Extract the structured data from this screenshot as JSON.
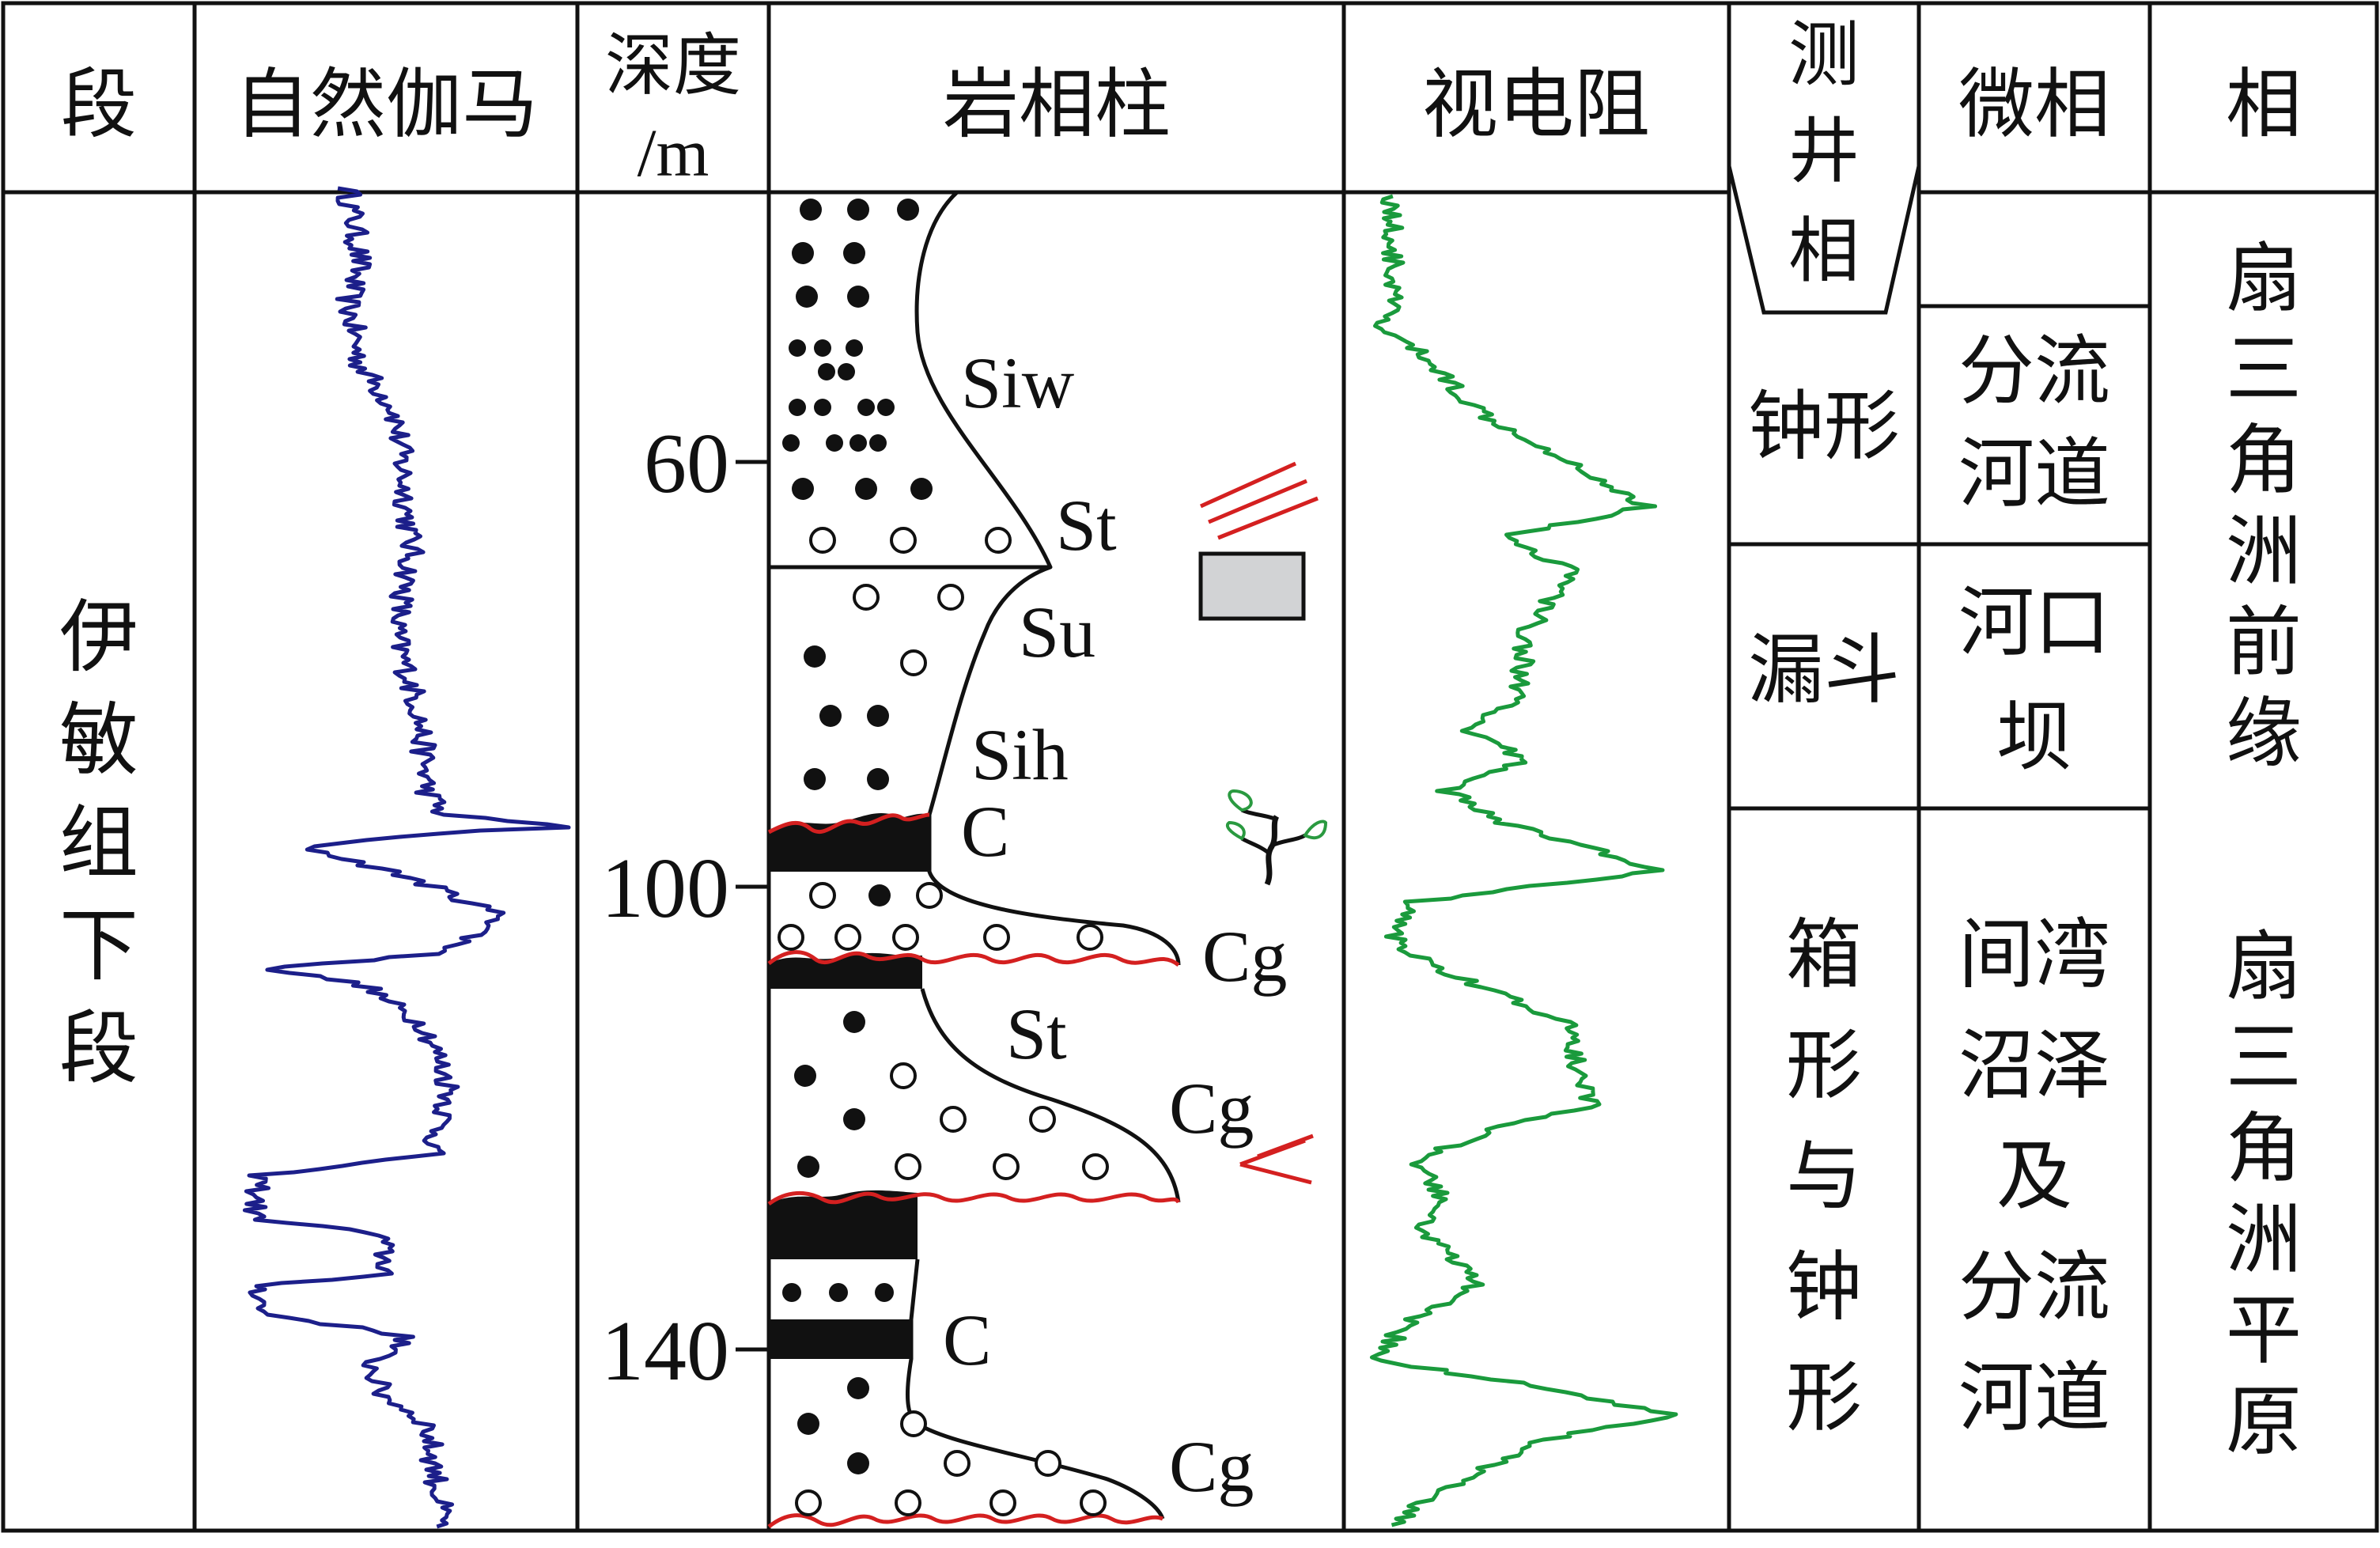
{
  "headers": {
    "segment": "段",
    "gamma": "自然伽马",
    "depth_line1": "深度",
    "depth_line2": "/m",
    "lithology": "岩相柱",
    "resistivity": "视电阻",
    "logfacies_1": "测",
    "logfacies_2": "井",
    "logfacies_3": "相",
    "microfacies": "微相",
    "facies": "相"
  },
  "segment_name": [
    "伊",
    "敏",
    "组",
    "下",
    "段"
  ],
  "depth_ticks": [
    "60",
    "100",
    "140"
  ],
  "lith_labels": {
    "siw": "Siw",
    "st1": "St",
    "su": "Su",
    "sih": "Sih",
    "c1": "C",
    "cg1": "Cg",
    "st2": "St",
    "cg2": "Cg",
    "c2": "C",
    "cg3": "Cg"
  },
  "log_facies": {
    "bell": [
      "钟形"
    ],
    "funnel": [
      "漏斗"
    ],
    "box_bell": [
      "箱",
      "形",
      "与",
      "钟",
      "形"
    ]
  },
  "microfacies": {
    "distributary_channel": [
      "分流",
      "河道"
    ],
    "mouth_bar": [
      "河口",
      "坝"
    ],
    "interdistributary": [
      "间湾",
      "沼泽",
      "及",
      "分流",
      "河道"
    ]
  },
  "facies": {
    "front": [
      "扇",
      "三",
      "角",
      "洲",
      "前",
      "缘"
    ],
    "plain": [
      "扇",
      "三",
      "角",
      "洲",
      "平",
      "原"
    ]
  },
  "colors": {
    "gamma_curve": "#1c1f8a",
    "resistivity_curve": "#1a9a3c",
    "erosion_line": "#d42020",
    "plant_leaf": "#2a9a40",
    "box_fill": "#d2d3d5"
  },
  "icons": [
    "cross-bedding-icon",
    "gray-box-icon",
    "plant-fossil-icon",
    "tool-mark-icon"
  ]
}
